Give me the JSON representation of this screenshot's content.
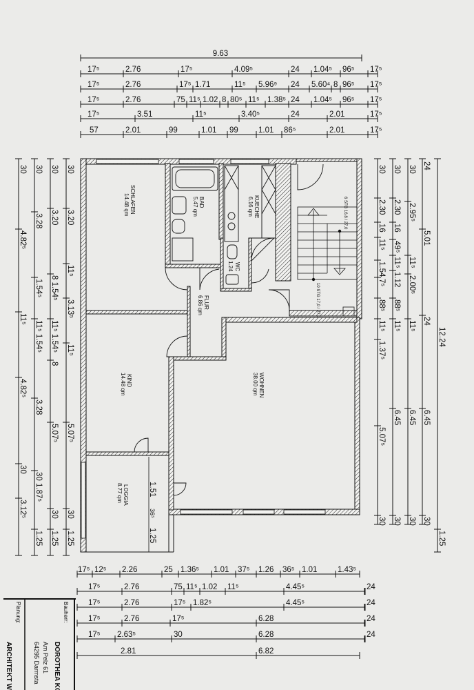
{
  "rooms": {
    "schlafen": {
      "name": "SCHLAFEN",
      "area": "14.48 qm"
    },
    "bad": {
      "name": "BAD",
      "area": "5.47 qm"
    },
    "kueche": {
      "name": "KUECHE",
      "area": "6.16 qm"
    },
    "wc": {
      "name": "WC",
      "area": "1.24"
    },
    "flur": {
      "name": "FLUR",
      "area": "6.86 qm"
    },
    "kind": {
      "name": "KIND",
      "area": "14.48 qm"
    },
    "wohnen": {
      "name": "WOHNEN",
      "area": "38.00 qm"
    },
    "loggia": {
      "name": "LOGGIA",
      "area": "8.77 qm"
    }
  },
  "stairs": {
    "upper": "6 STG 16,8 / 27,0",
    "lower": "10 STG 17,0 / 27,0"
  },
  "loggia_dims": [
    "1.51",
    "36⁵",
    "1.25"
  ],
  "dimensions": {
    "top": [
      [
        "9.63"
      ],
      [
        "17⁵",
        "2.76",
        "17⁵",
        "4.09⁵",
        "24",
        "1.04⁵",
        "96⁵",
        "17⁵"
      ],
      [
        "17⁵",
        "2.76",
        "17⁵",
        "1.71",
        "11⁵",
        "5.96⁹",
        "24",
        "5.60⁴",
        "8",
        "96⁵",
        "17⁵"
      ],
      [
        "17⁵",
        "2.76",
        "75",
        "11⁵",
        "1.02",
        "8",
        "80⁵",
        "11⁵",
        "1.38⁵",
        "24",
        "1.04⁵",
        "96⁵",
        "17⁵"
      ],
      [
        "17⁵",
        "3.51",
        "11⁵",
        "3.40⁵",
        "24",
        "2.01",
        "17⁵"
      ],
      [
        "57",
        "2.01",
        "99",
        "1.01",
        "99",
        "1.01",
        "86⁵",
        "2.01",
        "17⁵"
      ]
    ],
    "left": [
      [
        "30",
        "4.82⁵",
        "11⁵",
        "4.82⁵",
        "30",
        "3.12⁵"
      ],
      [
        "30",
        "3.28",
        "1.54⁵",
        "11⁵ 1.54⁵",
        "3.28",
        "30 1.87⁵",
        "1.25"
      ],
      [
        "30",
        "3.20",
        "8 1.54⁵",
        "11⁵ 1.54⁵",
        "8",
        "5.07⁵",
        "30",
        "1.25"
      ],
      [
        "30",
        "3.20",
        "11⁵",
        "3.13⁵",
        "11⁵",
        "5.07⁵",
        "30",
        "1.25"
      ]
    ],
    "right": [
      [
        "30",
        "2.30",
        "16",
        "11⁵",
        "1.54",
        "7⁵",
        "88⁵",
        "11⁵",
        "1.37⁵",
        "5.07⁵",
        "30"
      ],
      [
        "30",
        "2.30",
        "16",
        "49⁵",
        "11⁵",
        "1.12",
        "88⁵",
        "11⁵",
        "6.45",
        "30"
      ],
      [
        "30",
        "2.95⁵",
        "11⁵",
        "2.00⁵",
        "11⁵",
        "6.45",
        "30"
      ],
      [
        "24",
        "5.01",
        "24",
        "6.45",
        "30"
      ],
      [
        "12.24",
        "1.25"
      ]
    ],
    "bottom": [
      [
        "17⁵",
        "12⁵",
        "2.26",
        "25",
        "1.36⁵",
        "1.01",
        "37⁵",
        "1.26",
        "36⁵",
        "1.01",
        "1.43⁵"
      ],
      [
        "17⁵",
        "2.76",
        "75",
        "11⁵",
        "1.02",
        "11⁵",
        "4.45⁵",
        "24"
      ],
      [
        "17⁵",
        "2.76",
        "17⁵",
        "1.82⁵",
        "4.45⁵",
        "24"
      ],
      [
        "17⁵",
        "2.76",
        "17⁵",
        "6.28",
        "24"
      ],
      [
        "17⁵",
        "2.63⁵",
        "30",
        "6.28",
        "24"
      ],
      [
        "2.81",
        "6.82"
      ]
    ]
  },
  "title_block": {
    "client_label": "Bauherr:",
    "client_name": "DOROTHEA KC",
    "street": "Am Pelz 61",
    "city": "64295 Darmsta",
    "planning_label": "Planung:",
    "architect": "ARCHITEKT W"
  }
}
